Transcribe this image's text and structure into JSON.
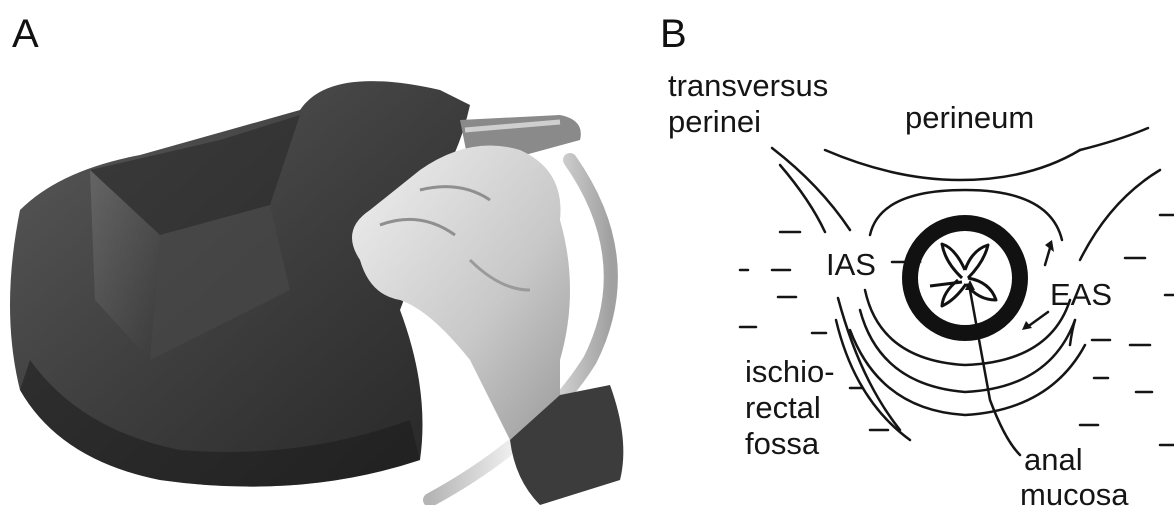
{
  "figure": {
    "panel_a": {
      "label": "A"
    },
    "panel_b": {
      "label": "B",
      "labels": {
        "transversus_line1": "transversus",
        "transversus_line2": "perinei",
        "perineum": "perineum",
        "ias": "IAS",
        "eas": "EAS",
        "ischio_line1": "ischio-",
        "ischio_line2": "rectal",
        "ischio_line3": "fossa",
        "anal": "anal",
        "mucosa": "mucosa"
      }
    },
    "colors": {
      "ink": "#151515",
      "model_dark": "#3a3a3a",
      "glove": "#d8d8d8",
      "background": "#ffffff"
    }
  }
}
